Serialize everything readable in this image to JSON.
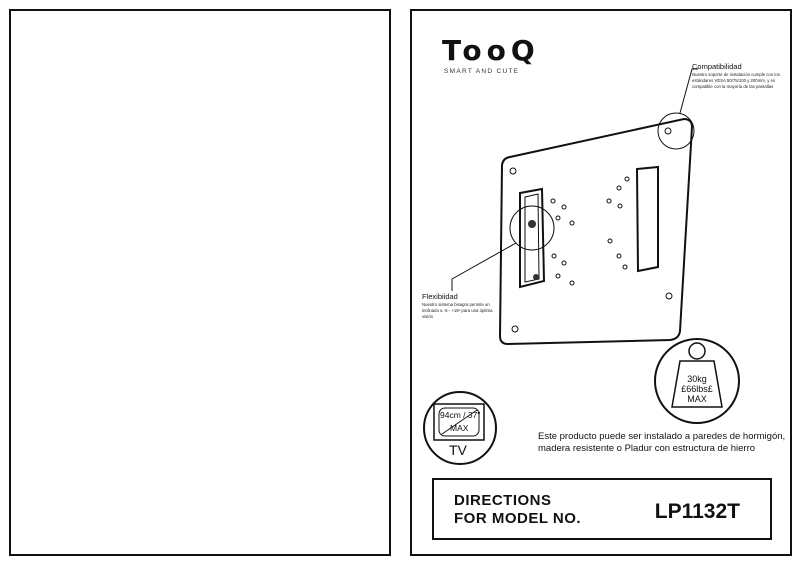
{
  "brand": {
    "logo": "TooQ",
    "tagline": "SMART AND CUTE"
  },
  "compatibility": {
    "title": "Compatibilidad",
    "text": "Nuestro soporte de instalación cumple con los estándares VESA 50/75/100 y 200mm, y es compatible con la mayoría de las pantallas"
  },
  "flexibility": {
    "title": "Flexibiidad",
    "text": "Nuestro sistema bisagra permite un inclinado a -5 - +15º para una óptima visión"
  },
  "weight": {
    "line1": "30kg",
    "line2": "£66lbs£",
    "line3": "MAX"
  },
  "tv": {
    "size": "94cm / 37\"",
    "max": "MAX",
    "label": "TV"
  },
  "note": "Este producto puede ser instalado a paredes de hormigón, madera resistente o Pladur con estructura de hierro",
  "directions": {
    "line1": "DIRECTIONS",
    "line2": "FOR MODEL NO.",
    "model": "LP1132T"
  }
}
